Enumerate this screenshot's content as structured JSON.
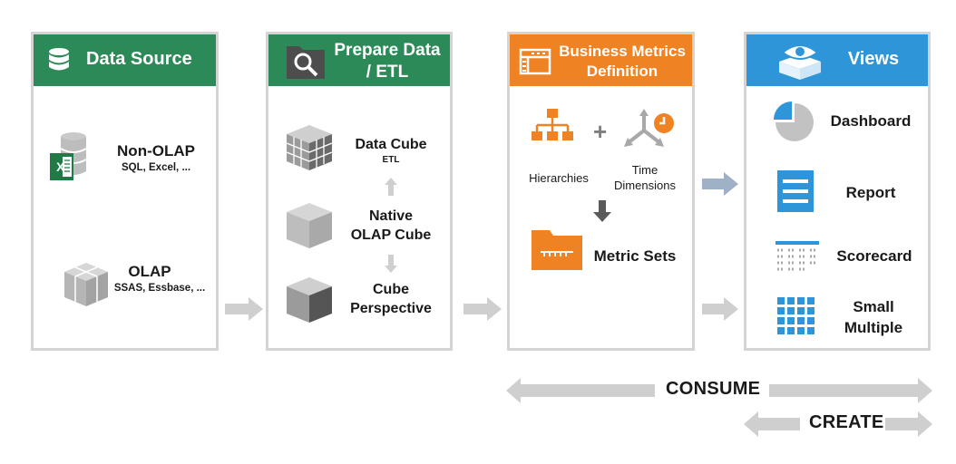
{
  "colors": {
    "data_source": "#2b8a57",
    "prepare": "#2b8a57",
    "metrics": "#ef8222",
    "views": "#2e96d8",
    "arrow": "#cfcfcf",
    "arrow_blue": "#9fb1c6"
  },
  "data_source": {
    "title": "Data Source",
    "items": [
      {
        "name": "Non-OLAP",
        "detail": "SQL, Excel, ...",
        "icon": "database-excel-icon"
      },
      {
        "name": "OLAP",
        "detail": "SSAS, Essbase, ...",
        "icon": "cube-icon"
      }
    ]
  },
  "prepare": {
    "title_line1": "Prepare Data",
    "title_line2": "/ ETL",
    "items": [
      {
        "line1": "Data Cube",
        "detail": "ETL"
      },
      {
        "line1": "Native",
        "line2": "OLAP Cube"
      },
      {
        "line1": "Cube",
        "line2": "Perspective"
      }
    ]
  },
  "metrics": {
    "title_line1": "Business Metrics",
    "title_line2": "Definition",
    "hierarchies": "Hierarchies",
    "time_line1": "Time",
    "time_line2": "Dimensions",
    "plus": "+",
    "metric_sets": "Metric Sets"
  },
  "views": {
    "title": "Views",
    "items": [
      {
        "label": "Dashboard"
      },
      {
        "label": "Report"
      },
      {
        "label": "Scorecard"
      },
      {
        "label_line1": "Small",
        "label_line2": "Multiple"
      }
    ]
  },
  "consume": "CONSUME",
  "create": "CREATE"
}
